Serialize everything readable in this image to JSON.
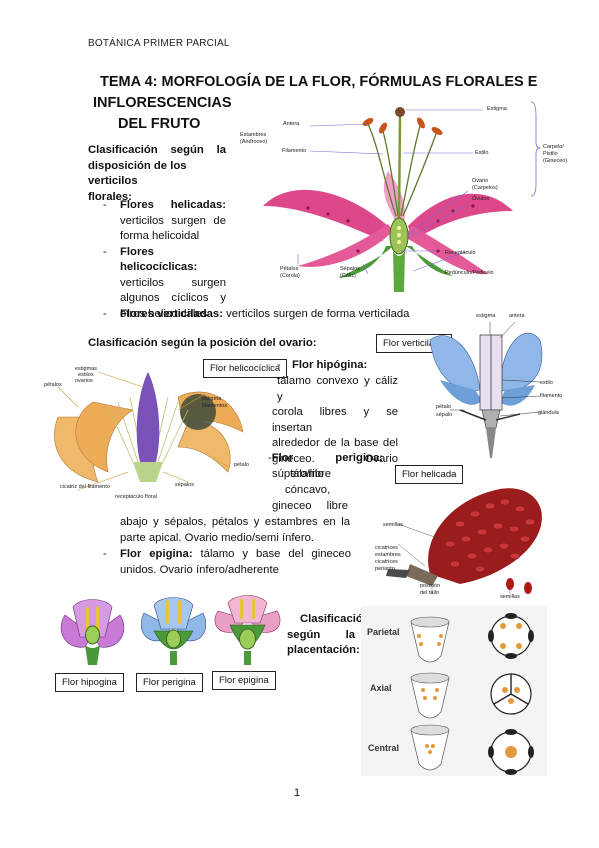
{
  "header": "BOTÁNICA PRIMER PARCIAL",
  "title": {
    "line1": "TEMA 4: MORFOLOGÍA DE LA FLOR, FÓRMULAS FLORALES E",
    "line2": "INFLORESCENCIAS",
    "line3": "DEL FRUTO"
  },
  "sec1": {
    "heading_lines": [
      "Clasificación según la",
      "disposición de los verticilos",
      "florales:"
    ],
    "items": [
      {
        "term": "Flores helicadas:",
        "text_lines": [
          "verticilos surgen de",
          "forma helicoidal"
        ]
      },
      {
        "term": "Flores helicocíclicas:",
        "text_lines": [
          "verticilos surgen",
          "algunos cíclicos y",
          "otros helicoidales"
        ]
      },
      {
        "term": "Flores verticiladas:",
        "text": " verticilos surgen de forma verticilada"
      }
    ]
  },
  "lily_labels": {
    "antera": "Antera",
    "estambres": "Estambres",
    "androceo": "(Androceo)",
    "filamento": "Filamento",
    "estigma": "Estigma",
    "carpelo": "Carpelo/",
    "pistilo": "Pistilo",
    "gineceo": "(Gineceo)",
    "estilo": "Estilo",
    "ovario": "Ovario",
    "carpelos": "(Carpelos)",
    "ovulos": "Óvulos",
    "petalos": "Pétalos",
    "corola": "(Corola)",
    "sepalos": "Sépalos",
    "caliz": "(Cáliz)",
    "receptaculo": "Receptáculo",
    "pedunculo": "Pedúnculo/Pedicelo"
  },
  "sec2": {
    "heading": "Clasificación según la posición del ovario:",
    "hipogina_term": "Flor hipógina:",
    "hipogina_lines": [
      "tálamo convexo y cáliz y",
      "corola libres y se insertan",
      "alrededor de la base del",
      "gineceo. Ovario",
      "súpero/libre"
    ],
    "perigina_term": "Flor perigina:",
    "perigina_lines": [
      "tálamo",
      "cóncavo,",
      "gineceo libre"
    ],
    "perigina_cont": [
      "abajo y sépalos, pétalos y estambres en la",
      "parte apical. Ovario medio/semi ínfero."
    ],
    "epigina_term": "Flor epigina:",
    "epigina_text": " tálamo y base del gineceo",
    "epigina_cont": "unidos. Ovario ínfero/adherente"
  },
  "boxes": {
    "helicociclica": "Flor helicocíclica",
    "verticilada": "Flor verticilada",
    "helicada": "Flor helicada",
    "hipogina": "Flor hipogina",
    "perigina": "Flor perigina",
    "epigina": "Flor epigina"
  },
  "helico_labels": {
    "estigmas": "estigmas",
    "estilos": "estilos",
    "ovarios": "ovarios",
    "petalos": "pétalos",
    "estigma": "estigma",
    "filamentos": "filamentos",
    "petalo": "pétalo",
    "cicatriz": "cicatriz del filamento",
    "sepalos": "sépalos",
    "receptaculo": "receptáculo floral"
  },
  "vert_labels": {
    "estigma": "estigma",
    "antera": "antera",
    "estilo": "estilo",
    "filamento": "filamento",
    "petalo": "pétalo",
    "sepalo": "sépalo",
    "glandula": "glándula"
  },
  "helicada_labels": {
    "semillas": "semillas",
    "cicatrices": "cicatrices",
    "estambres": "estambres",
    "cicatrices2": "cicatrices",
    "perianto": "perianto",
    "posicion": "posición",
    "deltallo": "del tallo",
    "semillas2": "semillas"
  },
  "sec3": {
    "heading_lines": [
      "Clasificación",
      "según la",
      "placentación:"
    ]
  },
  "placentacion": {
    "parietal": "Parietal",
    "axial": "Axial",
    "central": "Central"
  },
  "page_number": "1",
  "colors": {
    "lily_pink": "#d8347d",
    "calyx_green": "#4a9a3a",
    "petal_purple": "#c97ad6",
    "petal_blue": "#8fb8e8",
    "petal_pink": "#e9a0c4",
    "seed_red": "#9b1c1c",
    "orange_petal": "#f0b86a"
  }
}
